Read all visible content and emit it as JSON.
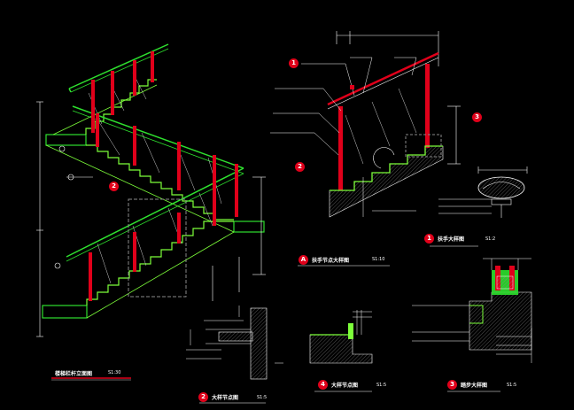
{
  "colors": {
    "background": "#000000",
    "handrail_green": "#2ee02e",
    "bright_green": "#7dff3a",
    "post_red": "#e0001a",
    "line_white": "#ffffff",
    "dashed_gray": "#8a8a8a",
    "hatch_gray": "#9a9a9a"
  },
  "views": {
    "main_elevation": {
      "title": "楼梯栏杆立面图",
      "scale": "S1:30"
    },
    "section_view_a": {
      "bubble": "A",
      "title": "扶手节点大样图",
      "scale": "S1:10"
    },
    "detail_1": {
      "bubble": "1",
      "title": "扶手大样图",
      "scale": "S1:2"
    },
    "detail_2": {
      "bubble": "2",
      "title": "大样节点图",
      "scale": "S1:5"
    },
    "detail_3": {
      "bubble": "3",
      "title": "踏步大样图",
      "scale": "S1:5"
    },
    "detail_4": {
      "bubble": "4",
      "title": "大样节点图",
      "scale": "S1:5"
    }
  },
  "callouts": {
    "main_elev_ref": "2",
    "section_top_ref": "1",
    "section_left_ref": "2",
    "section_right_ref": "3"
  }
}
